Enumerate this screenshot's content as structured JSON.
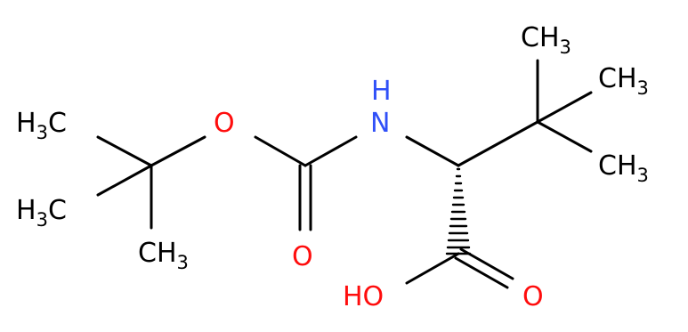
{
  "atoms": {
    "ch3_top": {
      "main": "CH",
      "sub": "3"
    },
    "ch3_right_upper": {
      "main": "CH",
      "sub": "3"
    },
    "ch3_right_lower": {
      "main": "CH",
      "sub": "3"
    },
    "h3c_left_upper": {
      "main": "H",
      "sub": "3",
      "tail": "C"
    },
    "h3c_left_lower": {
      "main": "H",
      "sub": "3",
      "tail": "C"
    },
    "ch3_bottom": {
      "main": "CH",
      "sub": "3"
    },
    "o_ester": "O",
    "nh_h": "H",
    "nh_n": "N",
    "o_carbonyl": "O",
    "ho_acid": "HO",
    "o_acid": "O"
  },
  "colors": {
    "bond": "#000000",
    "carbon": "#000000",
    "oxygen": "#ff0d0d",
    "nitrogen": "#3050f8"
  }
}
